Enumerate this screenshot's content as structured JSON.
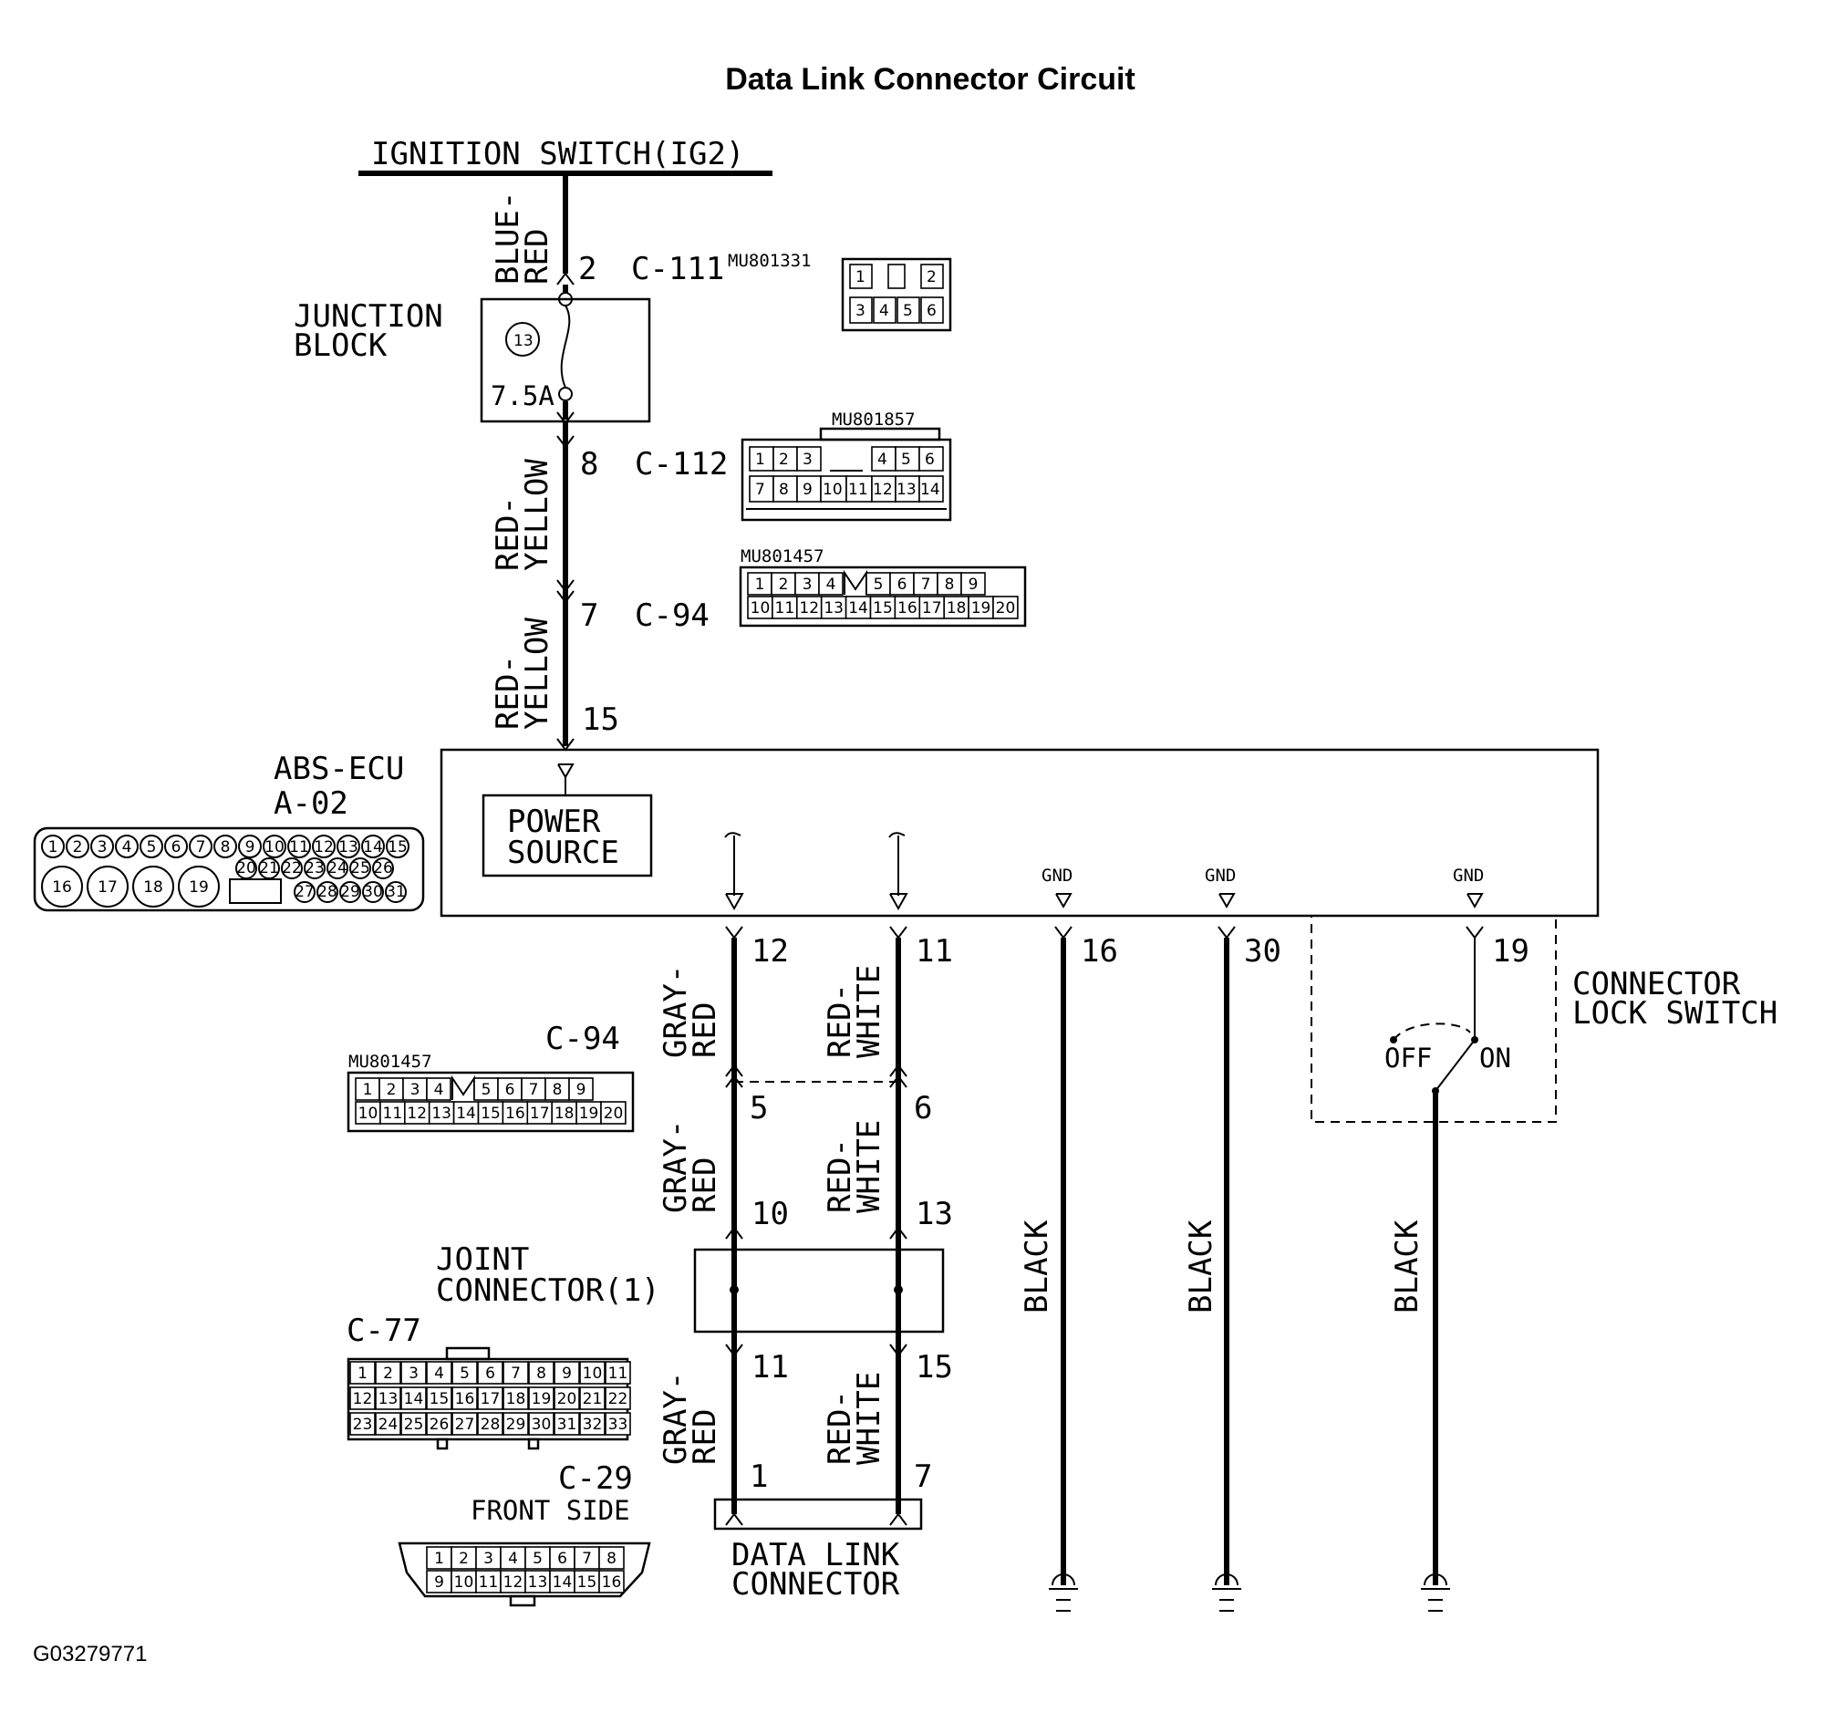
{
  "title": "Data Link Connector Circuit",
  "figure_id": "G03279771",
  "ignition": {
    "label": "IGNITION SWITCH(IG2)"
  },
  "junction_block": {
    "label_1": "JUNCTION",
    "label_2": "BLOCK",
    "fuse_no": "13",
    "fuse_rating": "7.5A"
  },
  "wires": {
    "blue_red_1": "BLUE-",
    "blue_red_2": "RED",
    "red_yellow_1": "RED-",
    "red_yellow_2": "YELLOW",
    "gray_red_1": "GRAY-",
    "gray_red_2": "RED",
    "red_white_1": "RED-",
    "red_white_2": "WHITE",
    "black": "BLACK"
  },
  "connectors": {
    "c111": {
      "name": "C-111",
      "part": "MU801331",
      "pin": "2",
      "pins_top": [
        "1",
        "2"
      ],
      "pins_bottom": [
        "3",
        "4",
        "5",
        "6"
      ]
    },
    "c112": {
      "name": "C-112",
      "part": "MU801857",
      "pin": "8",
      "pins_top_left": [
        "1",
        "2",
        "3"
      ],
      "pins_top_right": [
        "4",
        "5",
        "6"
      ],
      "pins_bottom": [
        "7",
        "8",
        "9",
        "10",
        "11",
        "12",
        "13",
        "14"
      ]
    },
    "c94_top": {
      "name": "C-94",
      "part": "MU801457",
      "pin": "7"
    },
    "c94_mid": {
      "name": "C-94",
      "part": "MU801457"
    },
    "mu801457_pins": {
      "top_left": [
        "1",
        "2",
        "3",
        "4"
      ],
      "top_right": [
        "5",
        "6",
        "7",
        "8",
        "9"
      ],
      "bottom": [
        "10",
        "11",
        "12",
        "13",
        "14",
        "15",
        "16",
        "17",
        "18",
        "19",
        "20"
      ]
    },
    "c77": {
      "name": "C-77",
      "rows": [
        [
          "1",
          "2",
          "3",
          "4",
          "5",
          "6",
          "7",
          "8",
          "9",
          "10",
          "11"
        ],
        [
          "12",
          "13",
          "14",
          "15",
          "16",
          "17",
          "18",
          "19",
          "20",
          "21",
          "22"
        ],
        [
          "23",
          "24",
          "25",
          "26",
          "27",
          "28",
          "29",
          "30",
          "31",
          "32",
          "33"
        ]
      ]
    },
    "c29": {
      "name": "C-29",
      "side": "FRONT SIDE",
      "top": [
        "1",
        "2",
        "3",
        "4",
        "5",
        "6",
        "7",
        "8"
      ],
      "bottom": [
        "9",
        "10",
        "11",
        "12",
        "13",
        "14",
        "15",
        "16"
      ]
    }
  },
  "ecu": {
    "name": "ABS-ECU",
    "connector": "A-02",
    "power_source_1": "POWER",
    "power_source_2": "SOURCE",
    "gnd": "GND",
    "pin_power": "15",
    "pin_12": "12",
    "pin_11": "11",
    "pin_16": "16",
    "pin_30": "30",
    "pin_19": "19",
    "a02_top": [
      "1",
      "2",
      "3",
      "4",
      "5",
      "6",
      "7",
      "8",
      "9",
      "10",
      "11",
      "12",
      "13",
      "14",
      "15"
    ],
    "a02_big": [
      "16",
      "17",
      "18",
      "19"
    ],
    "a02_mid": [
      "20",
      "21",
      "22",
      "23",
      "24",
      "25",
      "26"
    ],
    "a02_bottom": [
      "27",
      "28",
      "29",
      "30",
      "31"
    ]
  },
  "c94_pins": {
    "gray_red": "5",
    "red_white": "6"
  },
  "joint_connector": {
    "label_1": "JOINT",
    "label_2": "CONNECTOR(1)",
    "pin_in_gray": "10",
    "pin_in_white": "13",
    "pin_out_gray": "11",
    "pin_out_white": "15"
  },
  "dlc": {
    "label_1": "DATA LINK",
    "label_2": "CONNECTOR",
    "pin_gray": "1",
    "pin_white": "7"
  },
  "lock_switch": {
    "label_1": "CONNECTOR",
    "label_2": "LOCK SWITCH",
    "off": "OFF",
    "on": "ON"
  }
}
